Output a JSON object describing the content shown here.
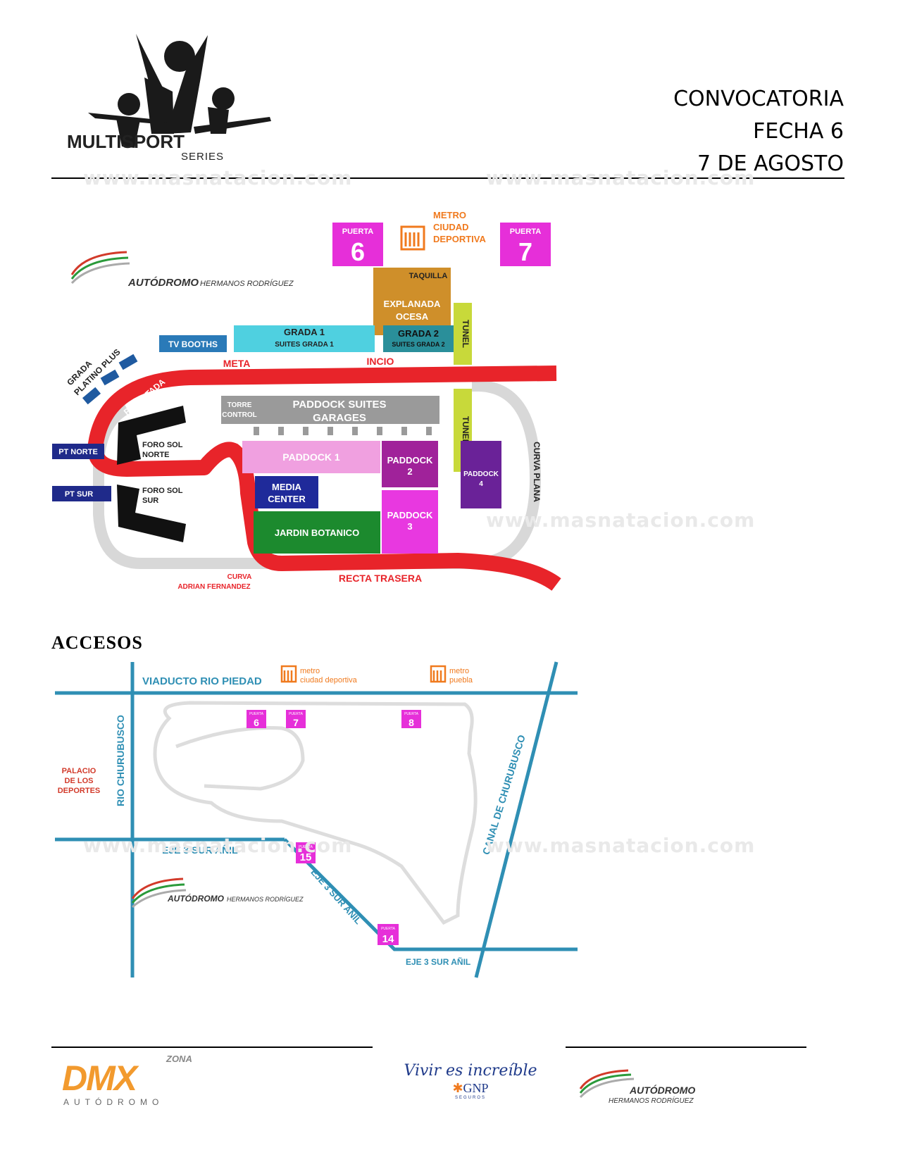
{
  "header": {
    "logo": {
      "name": "MULTISPORT",
      "sub": "SERIES"
    },
    "title_lines": [
      "CONVOCATORIA",
      "FECHA 6",
      "7 DE AGOSTO"
    ]
  },
  "watermark": "www.masnatacion.com",
  "venue_map": {
    "brand": {
      "name": "AUTÓDROMO",
      "suffix": "HERMANOS RODRÍGUEZ"
    },
    "gates": [
      {
        "label": "PUERTA",
        "number": "6"
      },
      {
        "label": "PUERTA",
        "number": "7"
      }
    ],
    "metro": [
      "METRO",
      "CIUDAD",
      "DEPORTIVA"
    ],
    "zones": {
      "taquilla": "TAQUILLA",
      "explanada": [
        "EXPLANADA",
        "OCESA"
      ],
      "tunel": "TUNEL",
      "grada1": [
        "GRADA 1",
        "SUITES GRADA 1"
      ],
      "grada2": [
        "GRADA 2",
        "SUITES GRADA 2"
      ],
      "tv_booths": "TV BOOTHS",
      "grada_platino": [
        "GRADA",
        "PLATINO PLUS"
      ],
      "meta": "META",
      "inicio": "INCIO",
      "peraltada": "PERALTADA",
      "torre_control": [
        "TORRE",
        "CONTROL"
      ],
      "paddock_suites": [
        "PADDOCK SUITES",
        "GARAGES"
      ],
      "paddock1": "PADDOCK 1",
      "paddock2": [
        "PADDOCK",
        "2"
      ],
      "paddock3": [
        "PADDOCK",
        "3"
      ],
      "paddock4": [
        "PADDOCK",
        "4"
      ],
      "media_center": [
        "MEDIA",
        "CENTER"
      ],
      "jardin": "JARDIN BOTANICO",
      "foro_norte": [
        "FORO SOL",
        "NORTE"
      ],
      "foro_sur": [
        "FORO SOL",
        "SUR"
      ],
      "pt_norte": "PT NORTE",
      "pt_sur": "PT SUR",
      "curva_plana": "CURVA PLANA",
      "curva_adrian": [
        "CURVA",
        "ADRIAN FERNANDEZ"
      ],
      "recta_trasera": "RECTA TRASERA"
    },
    "colors": {
      "gate": "#e62fd9",
      "metro": "#f07a1e",
      "track": "#e8242a",
      "explanada": "#cf8f2a",
      "tunel": "#c8d93a",
      "grada1": "#4fd0e0",
      "grada2": "#2a8f9a",
      "tv_booths": "#2a7ab8",
      "platino": "#1f5aa0",
      "torre": "#9a9a9a",
      "paddock1": "#f0a0e0",
      "paddock2": "#a0229a",
      "paddock3": "#e838e0",
      "paddock4": "#6a2298",
      "media": "#1f2a9a",
      "jardin": "#1c8a2e",
      "pt": "#1f2a8a",
      "foro": "#111111"
    }
  },
  "accesos": {
    "heading": "ACCESOS",
    "roads": {
      "viaducto": "VIADUCTO RIO PIEDAD",
      "rio_churubusco": "RIO CHURUBUSCO",
      "canal": "CANAL DE CHURUBUSCO",
      "eje3_left": "EJE 3 SUR AÑIL",
      "eje3_diag": "EJE 3 SUR AÑIL",
      "eje3_bottom": "EJE 3 SUR AÑIL"
    },
    "metros": [
      {
        "line1": "metro",
        "line2": "ciudad deportiva"
      },
      {
        "line1": "metro",
        "line2": "puebla"
      }
    ],
    "palacio": [
      "PALACIO",
      "DE LOS",
      "DEPORTES"
    ],
    "gates": [
      {
        "label": "PUERTA",
        "number": "6"
      },
      {
        "label": "PUERTA",
        "number": "7"
      },
      {
        "label": "PUERTA",
        "number": "8"
      },
      {
        "label": "PUERTA",
        "number": "15"
      },
      {
        "label": "PUERTA",
        "number": "14"
      }
    ],
    "road_color": "#2f8fb4"
  },
  "footer": {
    "dmx": {
      "zona": "ZONA",
      "name": "DMX",
      "sub": "AUTÓDROMO"
    },
    "gnp": {
      "slogan": "Vivir es increíble",
      "name": "GNP",
      "sub": "SEGUROS"
    },
    "autodromo": {
      "name": "AUTÓDROMO",
      "suffix": "HERMANOS RODRÍGUEZ"
    }
  }
}
